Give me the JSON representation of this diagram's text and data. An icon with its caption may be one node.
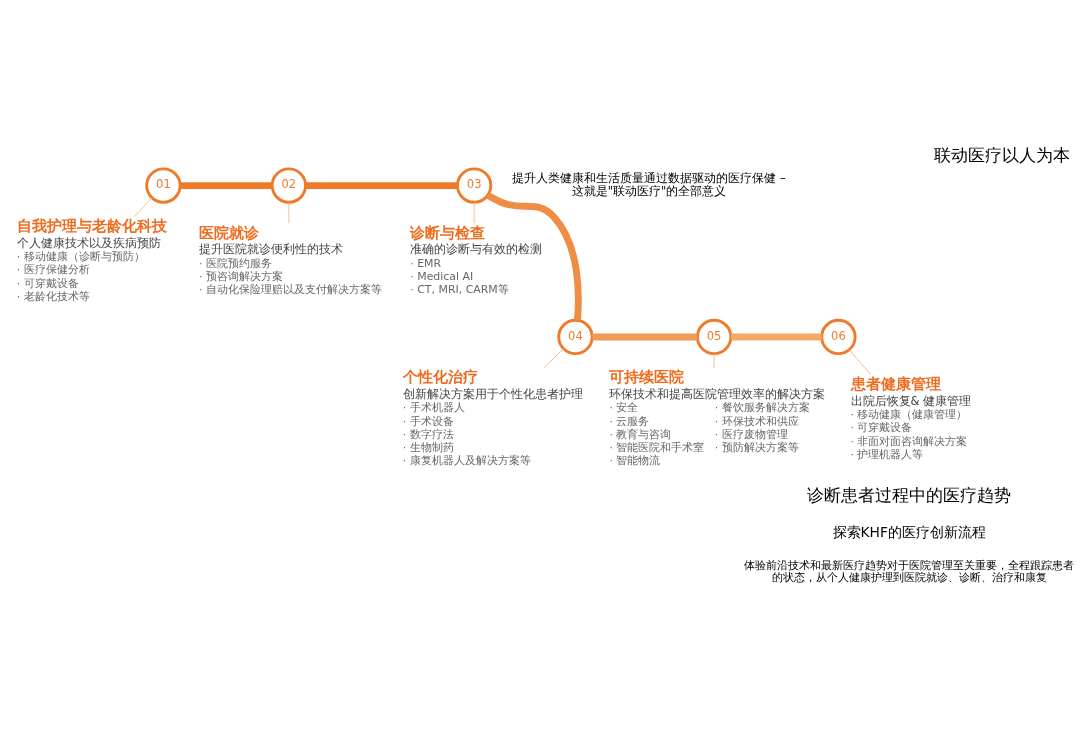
{
  "diagram": {
    "title": "联动医疗以人为本",
    "nodes": [
      {
        "text": [
          "01"
        ]
      },
      {
        "text": [
          "自我护理与老龄化科技",
          "个人健康技术以及疾病预防",
          "· 移动健康（诊断与预防）",
          "· 医疗保健分析",
          "· 可穿戴设备",
          "· 老龄化技术等"
        ]
      },
      {
        "text": [
          "02"
        ]
      },
      {
        "text": [
          "医院就诊",
          "提升医院就诊便利性的技术",
          "· 医院预约服务",
          "· 预咨询解决方案",
          "· 自动化保险理赔以及支付解决方案等"
        ]
      },
      {
        "text": [
          "03"
        ]
      },
      {
        "text": [
          "诊断与检查",
          "准确的诊断与有效的检测",
          "· EMR",
          "· Medical AI",
          "· CT, MRI, CARM等"
        ]
      },
      {
        "text": [
          "04"
        ]
      },
      {
        "text": [
          "个性化治疗",
          "创新解决方案用于个性化患者护理",
          "· 手术机器人",
          "· 手术设备",
          "· 数字疗法",
          "· 生物制药",
          "· 康复机器人及解决方案等"
        ]
      },
      {
        "text": [
          "05"
        ]
      },
      {
        "text": [
          "可持续医院",
          "环保技术和提高医院管理效率的解决方案",
          "· 安全",
          "· 云服务",
          "· 教育与咨询",
          "· 智能医院和手术室",
          "· 智能物流",
          "· 餐饮服务解决方案",
          "· 环保技术和供应",
          "· 医疗废物管理",
          "· 预防解决方案等"
        ]
      },
      {
        "text": [
          "06"
        ]
      },
      {
        "text": [
          "患者健康管理",
          "出院后恢复& 健康管理",
          "· 移动健康（健康管理）",
          "· 可穿戴设备",
          "· 非面对面咨询解决方案",
          "· 护理机器人等"
        ]
      }
    ],
    "edges": [
      {
        "from": 0,
        "to": 1,
        "arrow": "none"
      },
      {
        "from": 0,
        "to": 2,
        "arrow": "none",
        "style": "thick",
        "color": "#ef7a2a"
      },
      {
        "from": 2,
        "to": 3,
        "arrow": "none"
      },
      {
        "from": 2,
        "to": 4,
        "arrow": "none",
        "style": "thick",
        "color": "#ef7a2a"
      },
      {
        "from": 4,
        "to": 5,
        "arrow": "none"
      },
      {
        "from": 4,
        "to": 6,
        "arrow": "none",
        "style": "thick",
        "color": "#f08d45"
      },
      {
        "from": 6,
        "to": 7,
        "arrow": "none"
      },
      {
        "from": 6,
        "to": 8,
        "arrow": "none",
        "style": "thick",
        "color": "#f29a55"
      },
      {
        "from": 8,
        "to": 9,
        "arrow": "none"
      },
      {
        "from": 8,
        "to": 10,
        "arrow": "none",
        "style": "thick",
        "color": "#f4a866"
      },
      {
        "from": 10,
        "to": 11,
        "arrow": "none"
      }
    ],
    "labels": [
      "提升人类健康和生活质量通过数据驱动的医疗保健 – 这就是\"联动医疗\"的全部意义",
      "诊断患者过程中的医疗趋势",
      "探索KHF的医疗创新流程",
      "体验前沿技术和最新医疗趋势对于医院管理至关重要，全程跟踪患者的状态，从个人健康护理到医院就诊、诊断、治疗和康复"
    ]
  }
}
